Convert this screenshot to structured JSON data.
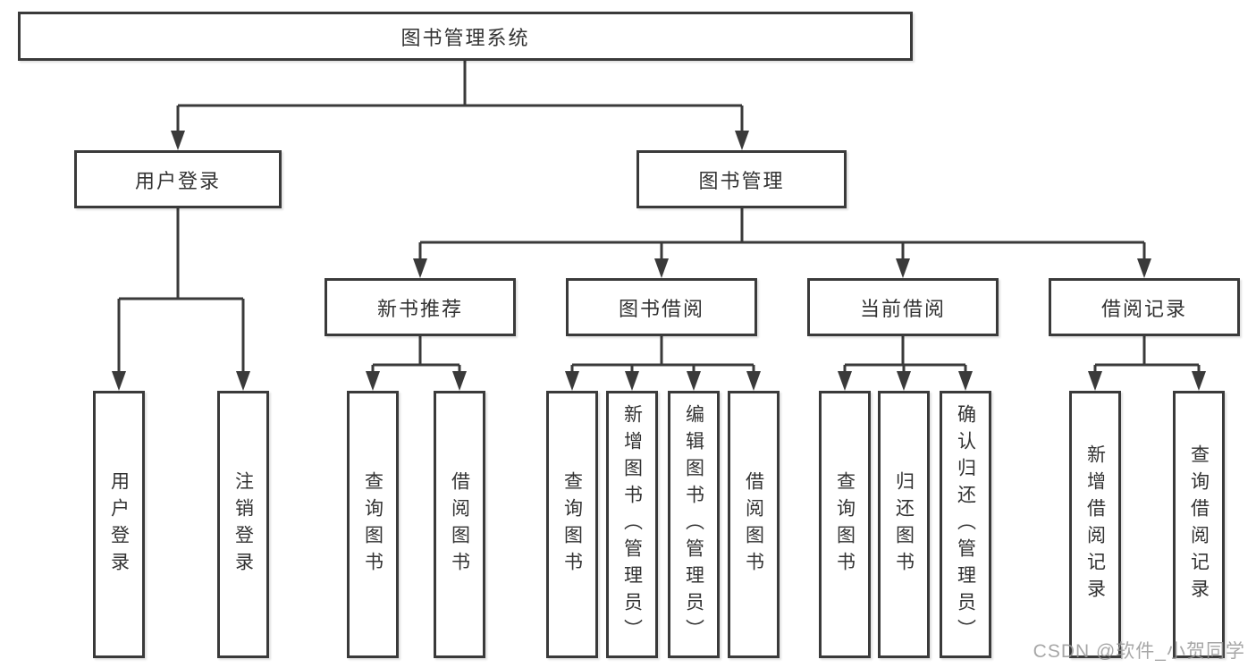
{
  "tree": {
    "root": {
      "label": "图书管理系统",
      "children": [
        {
          "label": "用户登录",
          "children": [
            {
              "label": "用户登录"
            },
            {
              "label": "注销登录"
            }
          ]
        },
        {
          "label": "图书管理",
          "children": [
            {
              "label": "新书推荐",
              "children": [
                {
                  "label": "查询图书"
                },
                {
                  "label": "借阅图书"
                }
              ]
            },
            {
              "label": "图书借阅",
              "children": [
                {
                  "label": "查询图书"
                },
                {
                  "label": "新增图书（管理员）"
                },
                {
                  "label": "编辑图书（管理员）"
                },
                {
                  "label": "借阅图书"
                }
              ]
            },
            {
              "label": "当前借阅",
              "children": [
                {
                  "label": "查询图书"
                },
                {
                  "label": "归还图书"
                },
                {
                  "label": "确认归还（管理员）"
                }
              ]
            },
            {
              "label": "借阅记录",
              "children": [
                {
                  "label": "新增借阅记录"
                },
                {
                  "label": "查询借阅记录"
                }
              ]
            }
          ]
        }
      ]
    }
  },
  "watermark": {
    "text": "CSDN @软件_小贺同学"
  },
  "colors": {
    "line": "#3a3a3a",
    "box_border": "#3a3a3a",
    "text": "#333333",
    "background": "#ffffff",
    "watermark": "#989898"
  }
}
